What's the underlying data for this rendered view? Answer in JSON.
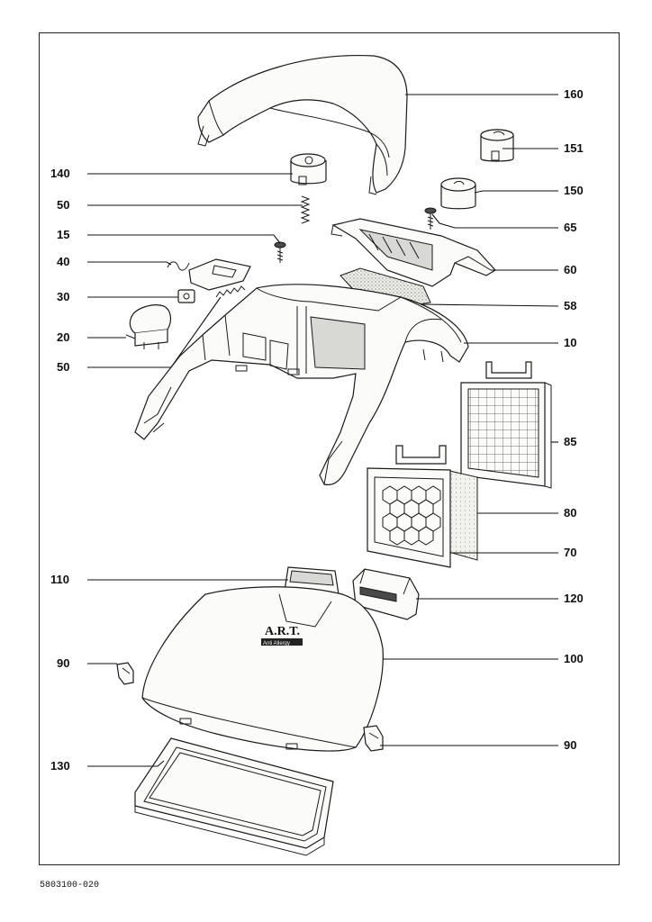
{
  "document": {
    "number": "5803100-020"
  },
  "labels": {
    "l160": "160",
    "l151": "151",
    "l140": "140",
    "l150": "150",
    "l50a": "50",
    "l65": "65",
    "l15": "15",
    "l40": "40",
    "l60": "60",
    "l30": "30",
    "l58": "58",
    "l20": "20",
    "l10": "10",
    "l50b": "50",
    "l85": "85",
    "l80": "80",
    "l70": "70",
    "l110": "110",
    "l120": "120",
    "l90a": "90",
    "l100": "100",
    "l90b": "90",
    "l130": "130"
  },
  "branding": {
    "cover_logo": "A.R.T.",
    "cover_sublogo": "Anti Allergy"
  }
}
